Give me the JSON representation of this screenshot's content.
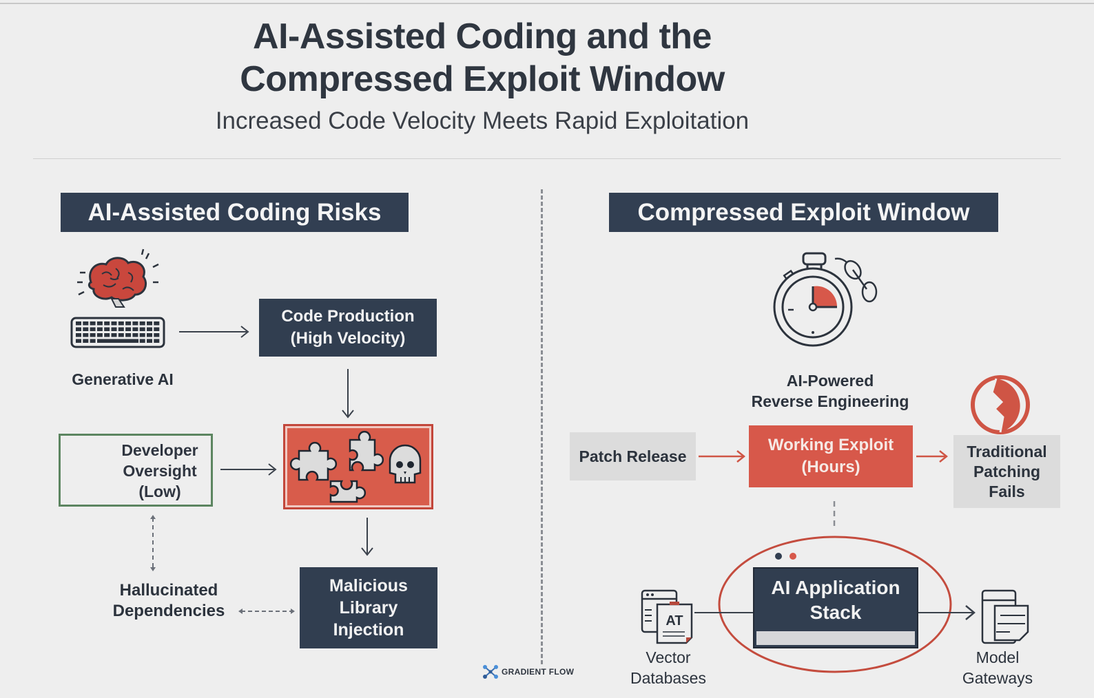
{
  "header": {
    "title_line1": "AI-Assisted Coding and the",
    "title_line2": "Compressed Exploit Window",
    "subtitle": "Increased Code Velocity Meets Rapid Exploitation"
  },
  "left_panel": {
    "banner": "AI-Assisted Coding Risks",
    "generative_ai": {
      "label": "Generative AI",
      "icon": "brain-keyboard-icon"
    },
    "code_production": {
      "line1": "Code Production",
      "line2": "(High Velocity)"
    },
    "developer_oversight": {
      "line1": "Developer",
      "line2": "Oversight",
      "line3": "(Low)",
      "icon": "magnifier-icon"
    },
    "vulnerable_components": {
      "icons": [
        "puzzle-piece-icon",
        "puzzle-piece-icon",
        "puzzle-piece-icon",
        "skull-icon"
      ]
    },
    "hallucinated_dependencies": {
      "line1": "Hallucinated",
      "line2": "Dependencies"
    },
    "malicious_library": {
      "line1": "Malicious",
      "line2": "Library",
      "line3": "Injection"
    }
  },
  "right_panel": {
    "banner": "Compressed Exploit Window",
    "reverse_engineering": {
      "line1": "AI-Powered",
      "line2": "Reverse Engineering",
      "icon": "stopwatch-chain-icon"
    },
    "patch_release": "Patch Release",
    "working_exploit": {
      "line1": "Working Exploit",
      "line2": "(Hours)"
    },
    "traditional_patching": {
      "line1": "Traditional",
      "line2": "Patching",
      "line3": "Fails",
      "icon": "broken-shield-icon"
    },
    "ai_stack": {
      "line1": "AI Application",
      "line2": "Stack"
    },
    "vector_databases": {
      "line1": "Vector",
      "line2": "Databases",
      "icon_text": "AT"
    },
    "model_gateways": {
      "line1": "Model",
      "line2": "Gateways"
    }
  },
  "footer": {
    "logo_text": "GRADIENT FLOW"
  },
  "colors": {
    "navy": "#313e50",
    "accent_red": "#d7584a",
    "oversight_green": "#5c8560",
    "grey_box": "#dcdcdc",
    "background": "#eeeeee"
  }
}
